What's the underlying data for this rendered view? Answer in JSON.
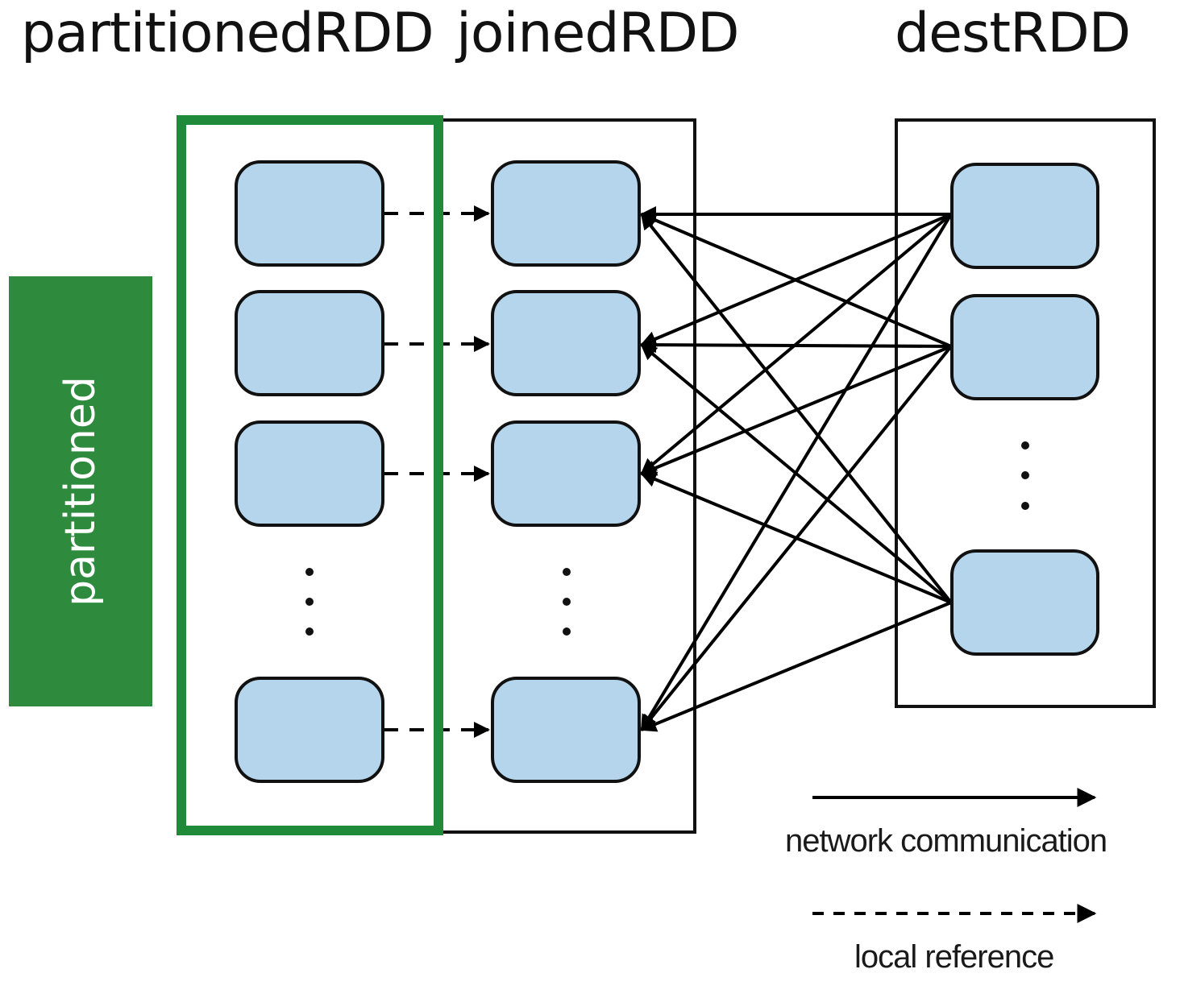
{
  "titles": {
    "partitioned_rdd": "partitionedRDD",
    "joined_rdd": "joinedRDD",
    "dest_rdd": "destRDD"
  },
  "side_label": "partitioned",
  "legend": {
    "network": "network communication",
    "local": "local reference"
  },
  "colors": {
    "partition_fill": "#b5d5ec",
    "highlight": "#1f8a3a",
    "side_label_bg": "#2e8b3e"
  }
}
